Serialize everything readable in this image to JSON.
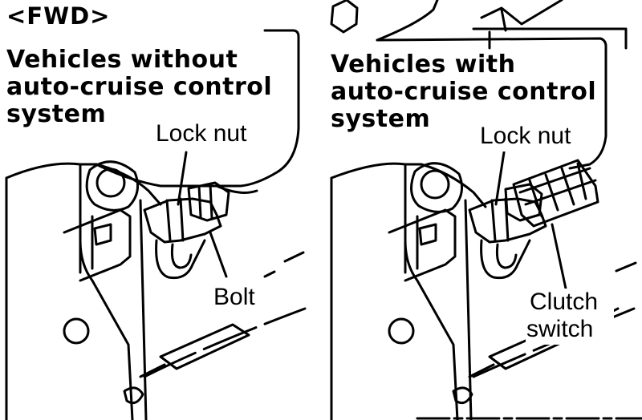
{
  "variant_tag": "<FWD>",
  "left_panel": {
    "heading_lines": [
      "Vehicles without",
      "auto-cruise control",
      "system"
    ],
    "callouts": {
      "lock_nut": "Lock nut",
      "bolt": "Bolt"
    }
  },
  "right_panel": {
    "heading_lines": [
      "Vehicles with",
      "auto-cruise control",
      "system"
    ],
    "callouts": {
      "lock_nut": "Lock nut",
      "clutch_switch_line1": "Clutch",
      "clutch_switch_line2": "switch"
    }
  },
  "colors": {
    "ink": "#000000",
    "paper": "#ffffff"
  }
}
